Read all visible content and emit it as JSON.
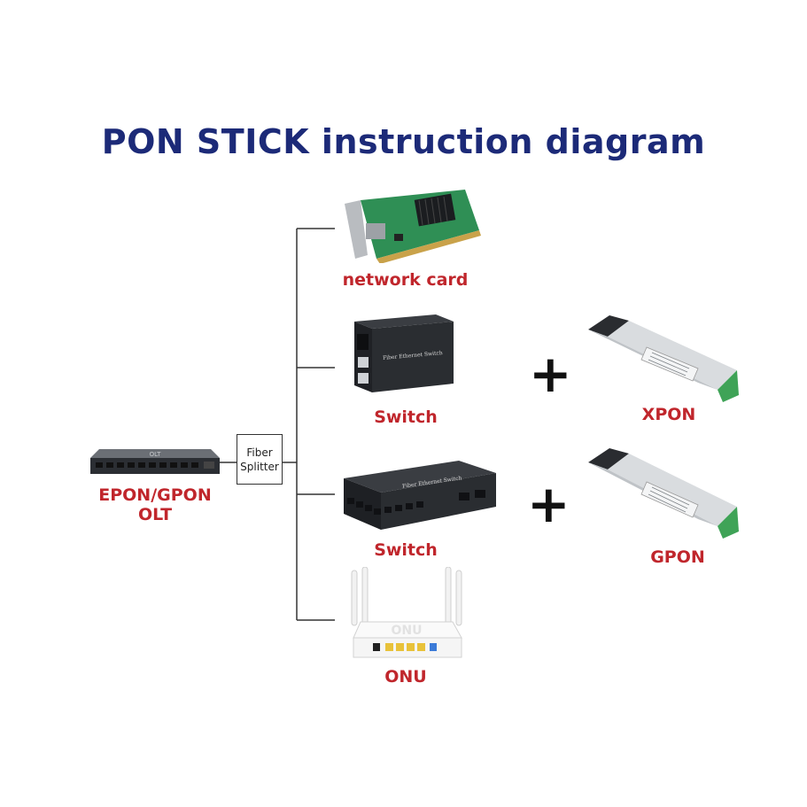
{
  "title": "PON STICK instruction diagram",
  "olt": {
    "label": "EPON/GPON OLT",
    "device_text": "OLT"
  },
  "splitter": {
    "line1": "Fiber",
    "line2": "Splitter"
  },
  "branches": [
    {
      "label": "network card"
    },
    {
      "label": "Switch",
      "device_text": "Fiber Ethernet Switch"
    },
    {
      "label": "Switch",
      "device_text": "Fiber Ethernet Switch"
    },
    {
      "label": "ONU",
      "device_text": "ONU"
    }
  ],
  "modules": [
    {
      "label": "XPON",
      "plus": "+"
    },
    {
      "label": "GPON",
      "plus": "+"
    }
  ],
  "colors": {
    "title": "#1c2a78",
    "label": "#c0262c",
    "line": "#333333"
  }
}
